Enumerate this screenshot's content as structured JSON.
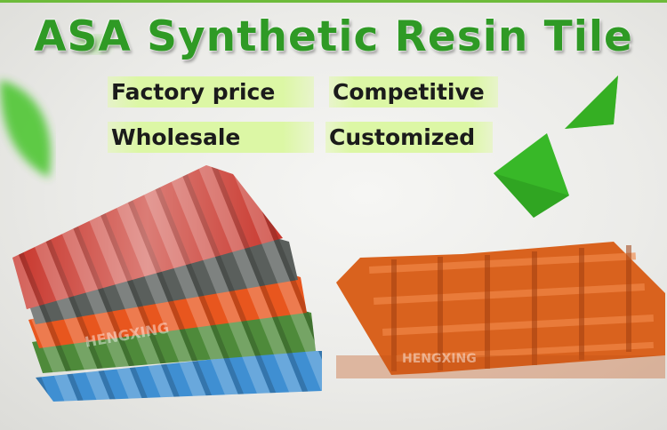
{
  "headline": "ASA Synthetic Resin Tile",
  "features": {
    "factory_price": "Factory price",
    "competitive": "Competitive",
    "wholesale": "Wholesale",
    "customized": "Customized"
  },
  "watermark": "HENGXING",
  "colors": {
    "headline_green": "#2f9a25",
    "tag_background": "#dcf7a5",
    "leaf_green": "#3fbf2a",
    "tile_red": "#c8362c",
    "tile_grey": "#5a5f5c",
    "tile_orange": "#e8561e",
    "tile_green": "#4e8a3a",
    "tile_blue": "#3f8fd2",
    "tile_terracotta": "#d9621e"
  }
}
